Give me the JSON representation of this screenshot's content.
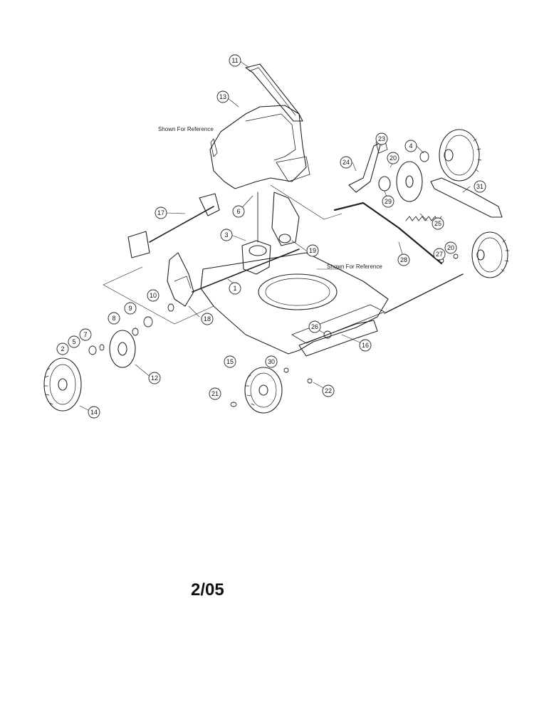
{
  "diagram": {
    "reference_note_top": "Shown For Reference",
    "reference_note_mid": "Shown For Reference",
    "date_code": "2/05",
    "callouts": [
      "1",
      "2",
      "3",
      "4",
      "5",
      "6",
      "7",
      "8",
      "9",
      "10",
      "11",
      "12",
      "13",
      "14",
      "15",
      "16",
      "17",
      "18",
      "19",
      "20",
      "20",
      "21",
      "22",
      "23",
      "24",
      "25",
      "26",
      "27",
      "28",
      "29",
      "30",
      "31"
    ]
  }
}
